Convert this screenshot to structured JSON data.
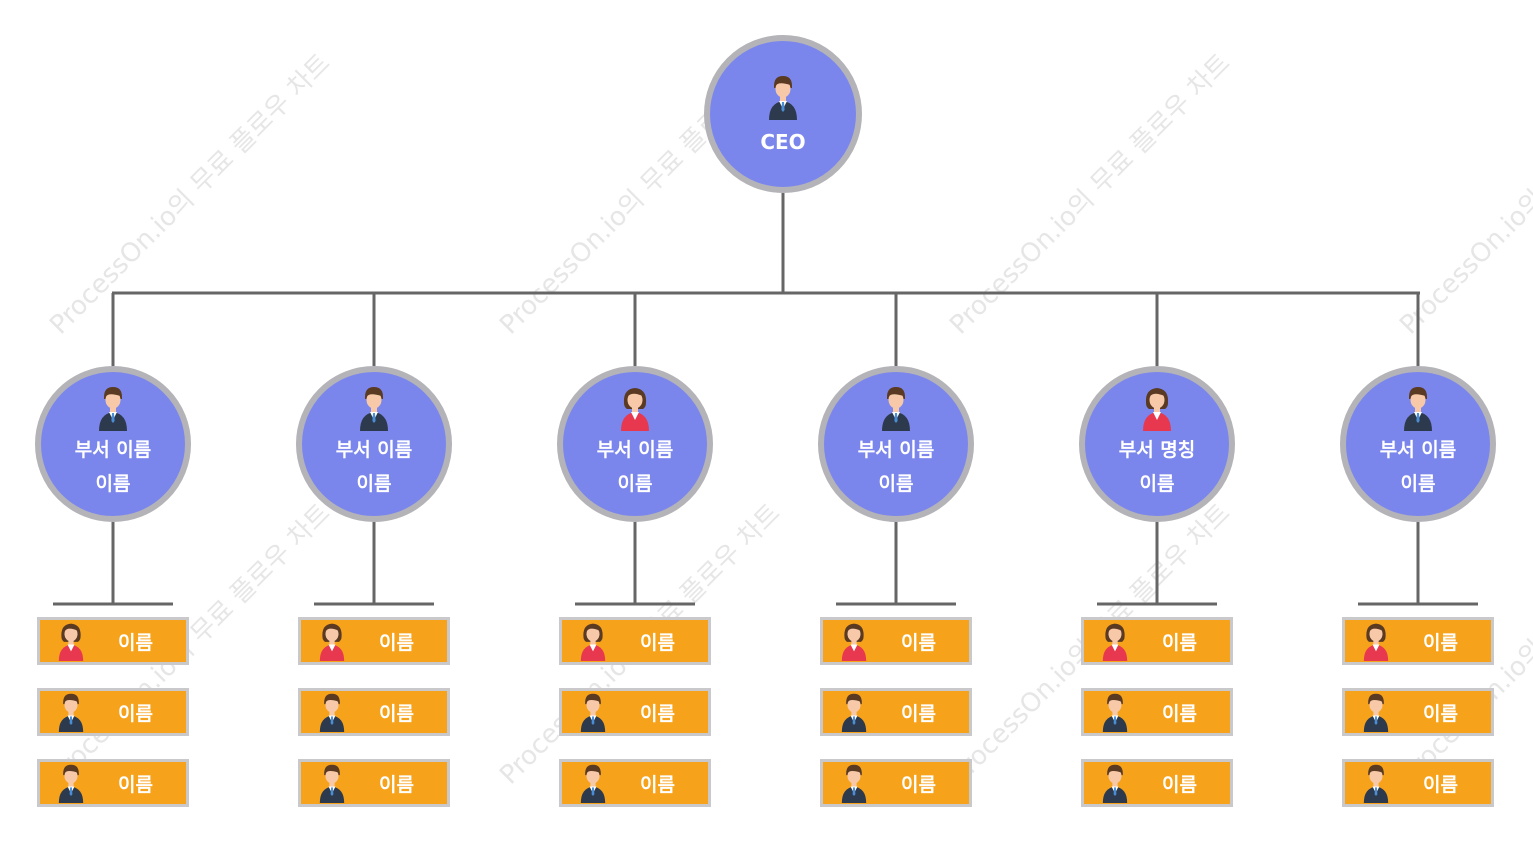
{
  "watermark": "ProcessOn.io의 무료 플로우 차트",
  "ceo": {
    "label": "CEO",
    "avatar": "male-avatar-icon"
  },
  "departments": [
    {
      "dept": "부서 이름",
      "name": "이름",
      "avatar": "male-avatar-icon",
      "members": [
        {
          "name": "이름",
          "avatar": "female-avatar-icon"
        },
        {
          "name": "이름",
          "avatar": "male-avatar-icon"
        },
        {
          "name": "이름",
          "avatar": "male-avatar-icon"
        }
      ]
    },
    {
      "dept": "부서 이름",
      "name": "이름",
      "avatar": "male-avatar-icon",
      "members": [
        {
          "name": "이름",
          "avatar": "female-avatar-icon"
        },
        {
          "name": "이름",
          "avatar": "male-avatar-icon"
        },
        {
          "name": "이름",
          "avatar": "male-avatar-icon"
        }
      ]
    },
    {
      "dept": "부서 이름",
      "name": "이름",
      "avatar": "female-avatar-icon",
      "members": [
        {
          "name": "이름",
          "avatar": "female-avatar-icon"
        },
        {
          "name": "이름",
          "avatar": "male-avatar-icon"
        },
        {
          "name": "이름",
          "avatar": "male-avatar-icon"
        }
      ]
    },
    {
      "dept": "부서 이름",
      "name": "이름",
      "avatar": "male-avatar-icon",
      "members": [
        {
          "name": "이름",
          "avatar": "female-avatar-icon"
        },
        {
          "name": "이름",
          "avatar": "male-avatar-icon"
        },
        {
          "name": "이름",
          "avatar": "male-avatar-icon"
        }
      ]
    },
    {
      "dept": "부서 명칭",
      "name": "이름",
      "avatar": "female-avatar-icon",
      "members": [
        {
          "name": "이름",
          "avatar": "female-avatar-icon"
        },
        {
          "name": "이름",
          "avatar": "male-avatar-icon"
        },
        {
          "name": "이름",
          "avatar": "male-avatar-icon"
        }
      ]
    },
    {
      "dept": "부서 이름",
      "name": "이름",
      "avatar": "male-avatar-icon",
      "members": [
        {
          "name": "이름",
          "avatar": "female-avatar-icon"
        },
        {
          "name": "이름",
          "avatar": "male-avatar-icon"
        },
        {
          "name": "이름",
          "avatar": "male-avatar-icon"
        }
      ]
    }
  ],
  "colors": {
    "circle_fill": "#7b86ec",
    "circle_border": "#b3b3b8",
    "box_fill": "#f7a21b",
    "line": "#666666"
  }
}
